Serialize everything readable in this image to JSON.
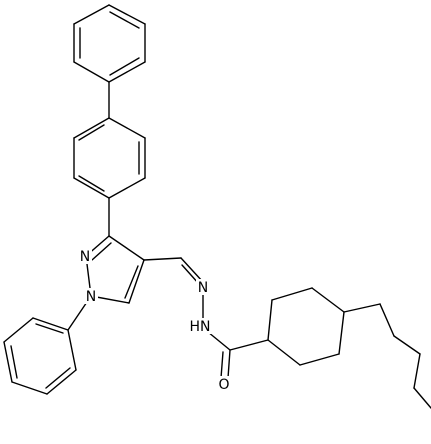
{
  "molecule": {
    "atom_labels": {
      "pyrazole_n2": "N",
      "pyrazole_n1": "N",
      "imine_n": "N",
      "hydrazide_nh": "HN",
      "carbonyl_o": "O"
    }
  },
  "colors": {
    "bond": "#000000",
    "background": "#ffffff"
  }
}
